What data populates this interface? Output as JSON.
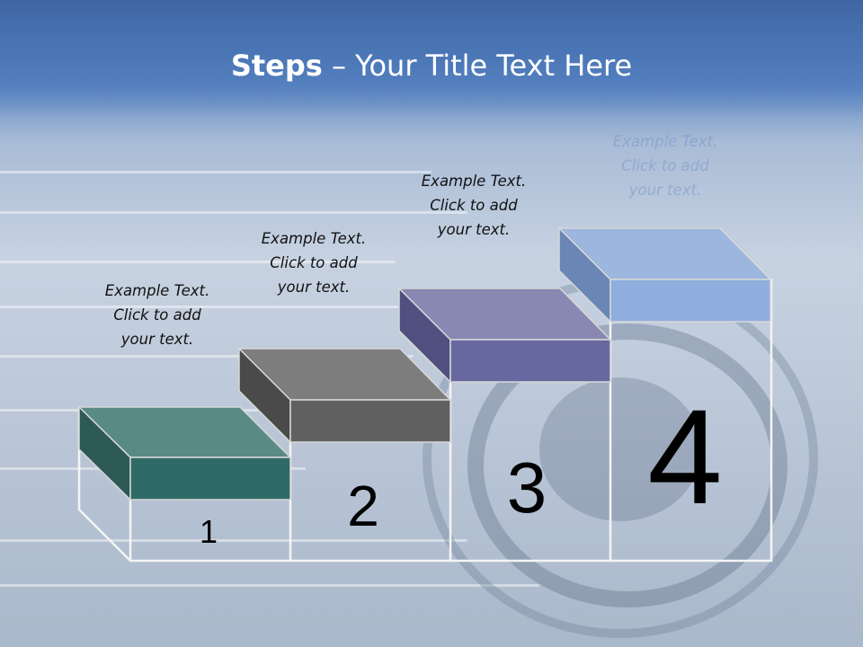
{
  "slide": {
    "title_bold": "Steps",
    "title_rest": " – Your Title Text Here"
  },
  "steps": [
    {
      "number": "1",
      "caption_line1": "Example Text.",
      "caption_line2": "Click  to add",
      "caption_line3": "your text.",
      "top_color": "#5a8a84",
      "front_color": "#2f6a66",
      "side_color": "#2d5956"
    },
    {
      "number": "2",
      "caption_line1": "Example Text.",
      "caption_line2": "Click  to add",
      "caption_line3": "your text.",
      "top_color": "#7d7d7d",
      "front_color": "#606060",
      "side_color": "#4a4a4a"
    },
    {
      "number": "3",
      "caption_line1": "Example Text.",
      "caption_line2": "Click  to add",
      "caption_line3": "your text.",
      "top_color": "#8888b3",
      "front_color": "#6868a0",
      "side_color": "#4f4f80"
    },
    {
      "number": "4",
      "caption_line1": "Example Text.",
      "caption_line2": "Click  to add",
      "caption_line3": "your text.",
      "top_color": "#9cb6de",
      "front_color": "#8eaede",
      "side_color": "#6a86b4"
    }
  ]
}
